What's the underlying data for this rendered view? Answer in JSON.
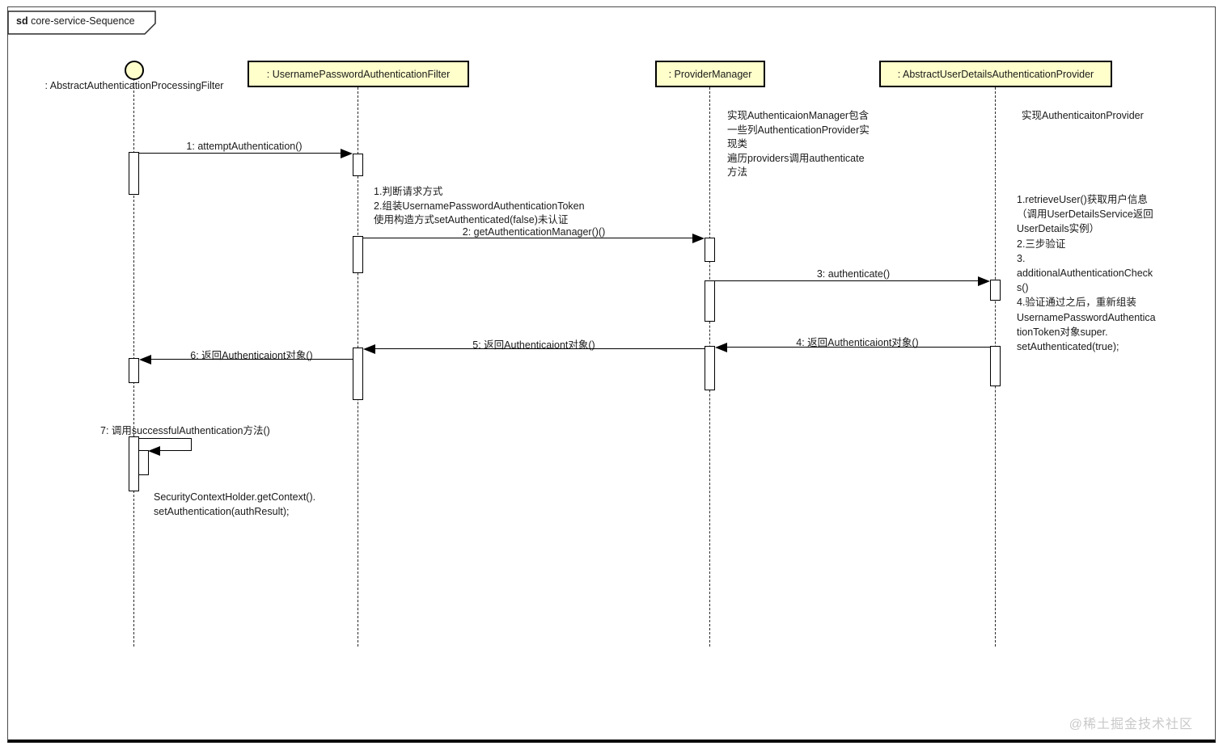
{
  "title": {
    "keyword": "sd",
    "name": " core-service-Sequence"
  },
  "lifelines": [
    {
      "label": ": AbstractAuthenticationProcessingFilter",
      "head": "actor-circle"
    },
    {
      "label": ": UsernamePasswordAuthenticationFilter",
      "head": "box"
    },
    {
      "label": ": ProviderManager",
      "head": "box"
    },
    {
      "label": ": AbstractUserDetailsAuthenticationProvider",
      "head": "box"
    }
  ],
  "messages": [
    {
      "label": "1: attemptAuthentication()",
      "from": "AbstractAuthenticationProcessingFilter",
      "to": "UsernamePasswordAuthenticationFilter"
    },
    {
      "label": "2: getAuthenticationManager()()",
      "from": "UsernamePasswordAuthenticationFilter",
      "to": "ProviderManager"
    },
    {
      "label": "3: authenticate()",
      "from": "ProviderManager",
      "to": "AbstractUserDetailsAuthenticationProvider"
    },
    {
      "label": "4: 返回Authenticaiont对象()",
      "from": "AbstractUserDetailsAuthenticationProvider",
      "to": "ProviderManager"
    },
    {
      "label": "5: 返回Authenticaiont对象()",
      "from": "ProviderManager",
      "to": "UsernamePasswordAuthenticationFilter"
    },
    {
      "label": "6: 返回Authenticaiont对象()",
      "from": "UsernamePasswordAuthenticationFilter",
      "to": "AbstractAuthenticationProcessingFilter"
    },
    {
      "label": "7: 调用successfulAuthentication方法()",
      "from": "AbstractAuthenticationProcessingFilter",
      "to": "AbstractAuthenticationProcessingFilter"
    }
  ],
  "notes": {
    "filter_steps": "1.判断请求方式\n2.组装UsernamePasswordAuthenticationToken\n使用构造方式setAuthenticated(false)未认证",
    "provider_manager": "实现AuthenticaionManager包含\n一些列AuthenticationProvider实\n现类\n遍历providers调用authenticate\n方法",
    "auth_provider_title": "实现AuthenticaitonProvider",
    "auth_provider_steps": "1.retrieveUser()获取用户信息\n（调用UserDetailsService返回\nUserDetails实例）\n2.三步验证\n3.\nadditionalAuthenticationCheck\ns()\n4.验证通过之后，重新组装\nUsernamePasswordAuthentica\ntionToken对象super.\nsetAuthenticated(true);",
    "security_context": "SecurityContextHolder.getContext().\nsetAuthentication(authResult);"
  },
  "watermark": "@稀土掘金技术社区",
  "colors": {
    "head_fill": "#ffffcc",
    "border": "#000000",
    "watermark": "#c9c9c9"
  }
}
